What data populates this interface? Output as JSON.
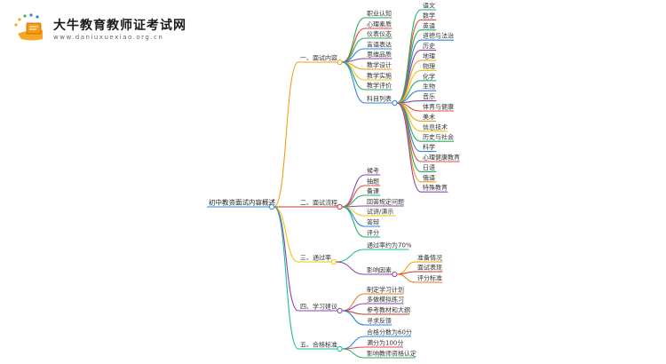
{
  "logo": {
    "title": "大牛教育教师证考试网",
    "url": "www.daniuxuexiao.org.cn",
    "icon": "book-hand-logo",
    "colors": {
      "orange": "#f5a623",
      "green": "#4caf50",
      "blue": "#2e86de"
    }
  },
  "root": "初中教资面试内容概述",
  "branches": [
    {
      "label": "一、面试内容",
      "color": "#f39c12",
      "children": [
        {
          "label": "职业认知",
          "color": "#27ae60"
        },
        {
          "label": "心理素质",
          "color": "#e74c3c"
        },
        {
          "label": "仪表仪态",
          "color": "#27ae60"
        },
        {
          "label": "言语表达",
          "color": "#2e86de"
        },
        {
          "label": "思维品质",
          "color": "#8e44ad"
        },
        {
          "label": "教学设计",
          "color": "#f39c12"
        },
        {
          "label": "教学实施",
          "color": "#f1c40f"
        },
        {
          "label": "教学评价",
          "color": "#27ae60"
        },
        {
          "label": "科目列表",
          "color": "#2e86de",
          "children": [
            {
              "label": "语文",
              "color": "#27ae60"
            },
            {
              "label": "数学",
              "color": "#e74c3c"
            },
            {
              "label": "英语",
              "color": "#27ae60"
            },
            {
              "label": "道德与法治",
              "color": "#2e86de"
            },
            {
              "label": "历史",
              "color": "#8e44ad"
            },
            {
              "label": "地理",
              "color": "#f39c12"
            },
            {
              "label": "物理",
              "color": "#f1c40f"
            },
            {
              "label": "化学",
              "color": "#27ae60"
            },
            {
              "label": "生物",
              "color": "#2e86de"
            },
            {
              "label": "音乐",
              "color": "#8e44ad"
            },
            {
              "label": "体育与健康",
              "color": "#e74c3c"
            },
            {
              "label": "美术",
              "color": "#f39c12"
            },
            {
              "label": "信息技术",
              "color": "#f1c40f"
            },
            {
              "label": "历史与社会",
              "color": "#27ae60"
            },
            {
              "label": "科学",
              "color": "#2e86de"
            },
            {
              "label": "心理健康教育",
              "color": "#e74c3c"
            },
            {
              "label": "日语",
              "color": "#27ae60"
            },
            {
              "label": "俄语",
              "color": "#f39c12"
            },
            {
              "label": "特殊教育",
              "color": "#8e44ad"
            }
          ]
        }
      ]
    },
    {
      "label": "二、面试流程",
      "color": "#c0392b",
      "children": [
        {
          "label": "候考",
          "color": "#8e44ad"
        },
        {
          "label": "抽题",
          "color": "#e74c3c"
        },
        {
          "label": "备课",
          "color": "#27ae60"
        },
        {
          "label": "回答规定问题",
          "color": "#8e44ad"
        },
        {
          "label": "试讲/演示",
          "color": "#f1c40f"
        },
        {
          "label": "答辩",
          "color": "#2e86de"
        },
        {
          "label": "评分",
          "color": "#27ae60"
        }
      ]
    },
    {
      "label": "三、通过率",
      "color": "#f1c40f",
      "children": [
        {
          "label": "通过率约为70%",
          "color": "#1abc9c"
        },
        {
          "label": "影响因素",
          "color": "#8e44ad",
          "children": [
            {
              "label": "准备情况",
              "color": "#f39c12"
            },
            {
              "label": "面试表现",
              "color": "#c0392b"
            },
            {
              "label": "评分标准",
              "color": "#e67e22"
            }
          ]
        }
      ]
    },
    {
      "label": "四、学习建议",
      "color": "#8e44ad",
      "children": [
        {
          "label": "制定学习计划",
          "color": "#e67e22"
        },
        {
          "label": "多做模拟练习",
          "color": "#8e44ad"
        },
        {
          "label": "参考教材和大纲",
          "color": "#c0392b"
        },
        {
          "label": "寻求反馈",
          "color": "#2e86de"
        }
      ]
    },
    {
      "label": "五、合格标准",
      "color": "#1abc9c",
      "children": [
        {
          "label": "合格分数为60分",
          "color": "#2e86de"
        },
        {
          "label": "满分为100分",
          "color": "#e74c3c"
        },
        {
          "label": "影响教师资格认定",
          "color": "#27ae60"
        }
      ]
    }
  ]
}
